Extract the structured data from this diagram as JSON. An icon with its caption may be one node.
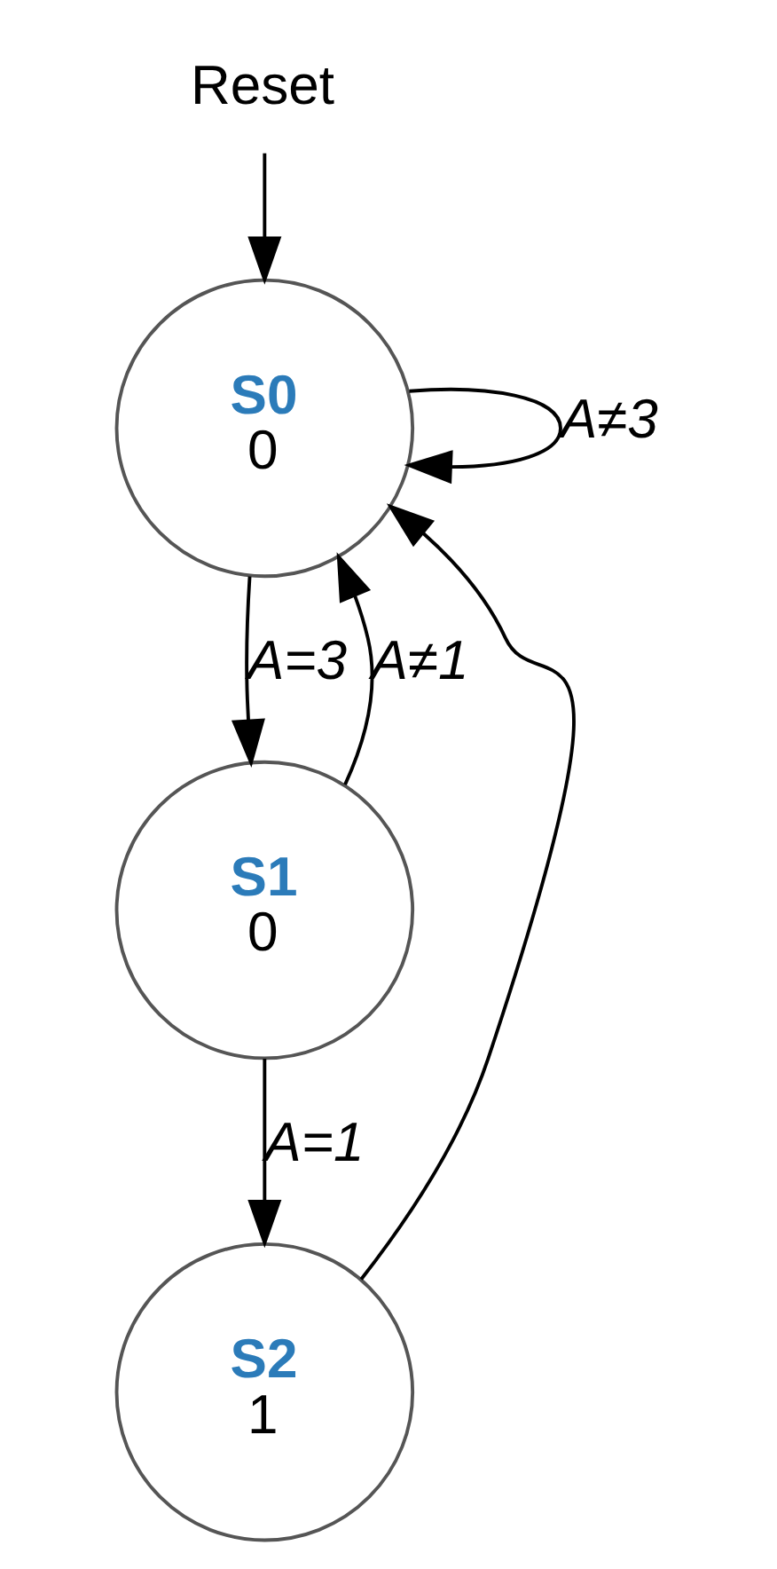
{
  "diagram": {
    "nodes": [
      {
        "text": [
          "Reset"
        ]
      },
      {
        "text": [
          "S0",
          "0"
        ]
      },
      {
        "text": [
          "S1",
          "0"
        ]
      },
      {
        "text": [
          "S2",
          "1"
        ]
      }
    ],
    "edges": [
      {
        "from": 0,
        "to": 1,
        "arrow": "to"
      },
      {
        "from": 1,
        "to": 1,
        "arrow": "to",
        "label": "A≠3"
      },
      {
        "from": 1,
        "to": 2,
        "arrow": "to",
        "label": "A=3"
      },
      {
        "from": 2,
        "to": 1,
        "arrow": "to",
        "label": "A≠1"
      },
      {
        "from": 2,
        "to": 3,
        "arrow": "to",
        "label": "A=1"
      },
      {
        "from": 3,
        "to": 1,
        "arrow": "to"
      }
    ]
  }
}
